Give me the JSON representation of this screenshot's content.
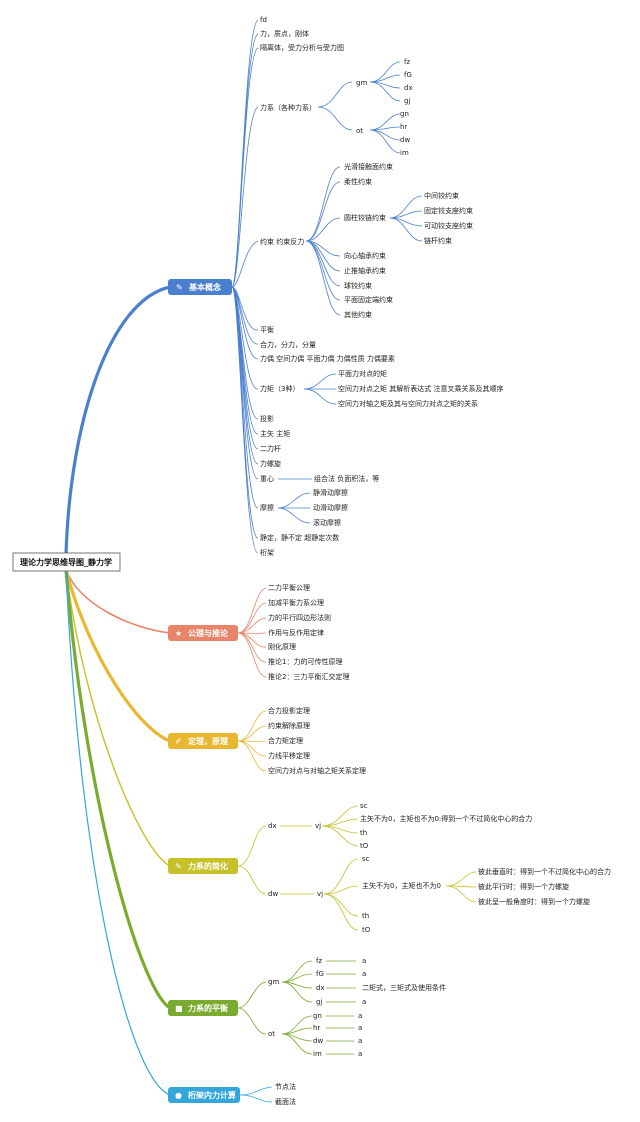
{
  "root": "理论力学思维导图_静力学",
  "colors": {
    "blue": "#4a7fd0",
    "salmon": "#e8846a",
    "gold": "#e8b731",
    "olive": "#c6c129",
    "green": "#7aaa2f",
    "sky": "#33a7dc"
  },
  "branches": [
    {
      "label": "基本概念",
      "icon": "✎",
      "items": {
        "fd": "fd",
        "lzdgt": "力，质点，刚体",
        "glt": "隔离体，受力分析与受力图",
        "lx": "力系（各种力系）",
        "gm": "gm",
        "fz": "fz",
        "fG": "fG",
        "dx": "dx",
        "gj": "gj",
        "ot": "ot",
        "gn": "gn",
        "hr": "hr",
        "dw": "dw",
        "im": "im",
        "ys": "约束 约束反力",
        "ys1": "光滑接触面约束",
        "ys2": "柔性约束",
        "ys3": "圆柱铰链约束",
        "ys3a": "中间铰约束",
        "ys3b": "固定铰支座约束",
        "ys3c": "可动铰支座约束",
        "ys3d": "链杆约束",
        "ys4": "向心轴承约束",
        "ys5": "止推轴承约束",
        "ys6": "球铰约束",
        "ys7": "平面固定端约束",
        "ys8": "其他约束",
        "ph": "平衡",
        "hl": "合力，分力，分量",
        "lo": "力偶 空间力偶 平面力偶 力偶性质 力偶要素",
        "lj": "力矩（3种）",
        "lj1": "平面力对点的矩",
        "lj2": "空间力对点之矩 其解析表达式 注意叉乘关系及其顺序",
        "lj3": "空间力对轴之矩及其与空间力对点之矩的关系",
        "ty": "投影",
        "zs": "主矢 主矩",
        "el": "二力杆",
        "lls": "力螺旋",
        "zx": "重心",
        "zx1": "组合法 负面积法，等",
        "mc": "摩擦",
        "mc1": "静滑动摩擦",
        "mc2": "动滑动摩擦",
        "mc3": "滚动摩擦",
        "jd": "静定，静不定 超静定次数",
        "hj": "桁架"
      }
    },
    {
      "label": "公理与推论",
      "icon": "★",
      "items": [
        "二力平衡公理",
        "加减平衡力系公理",
        "力的平行四边形法则",
        "作用与反作用定律",
        "刚化原理",
        "推论1：力的可传性原理",
        "推论2：三力平衡汇交定理"
      ]
    },
    {
      "label": "定理，原理",
      "icon": "✐",
      "items": [
        "合力投影定理",
        "约束解除原理",
        "合力矩定理",
        "力线平移定理",
        "空间力对点与对轴之矩关系定理"
      ]
    },
    {
      "label": "力系的简化",
      "icon": "✎",
      "items": {
        "dx": "dx",
        "vj": "vj",
        "sc": "sc",
        "zsbl": "主矢不为0，主矩也不为0:得到一个不过简化中心的合力",
        "th": "th",
        "tO": "tO",
        "dw": "dw",
        "vj2": "vj",
        "sc2": "sc",
        "zsbl2": "主矢不为0，主矩也不为0",
        "r1": "彼此垂直时：得到一个不过简化中心的合力",
        "r2": "彼此平行时：得到一个力螺旋",
        "r3": "彼此呈一般角度时：得到一个力螺旋",
        "th2": "th",
        "tO2": "tO"
      }
    },
    {
      "label": "力系的平衡",
      "icon": "■",
      "items": {
        "gm": "gm",
        "ot": "ot",
        "fz": "fz",
        "fG": "fG",
        "dx": "dx",
        "gj": "gj",
        "gn": "gn",
        "hr": "hr",
        "dw": "dw",
        "im": "im",
        "a": "a",
        "note": "二矩式，三矩式及使用条件"
      }
    },
    {
      "label": "桁架内力计算",
      "icon": "●",
      "items": [
        "节点法",
        "截面法"
      ]
    }
  ]
}
